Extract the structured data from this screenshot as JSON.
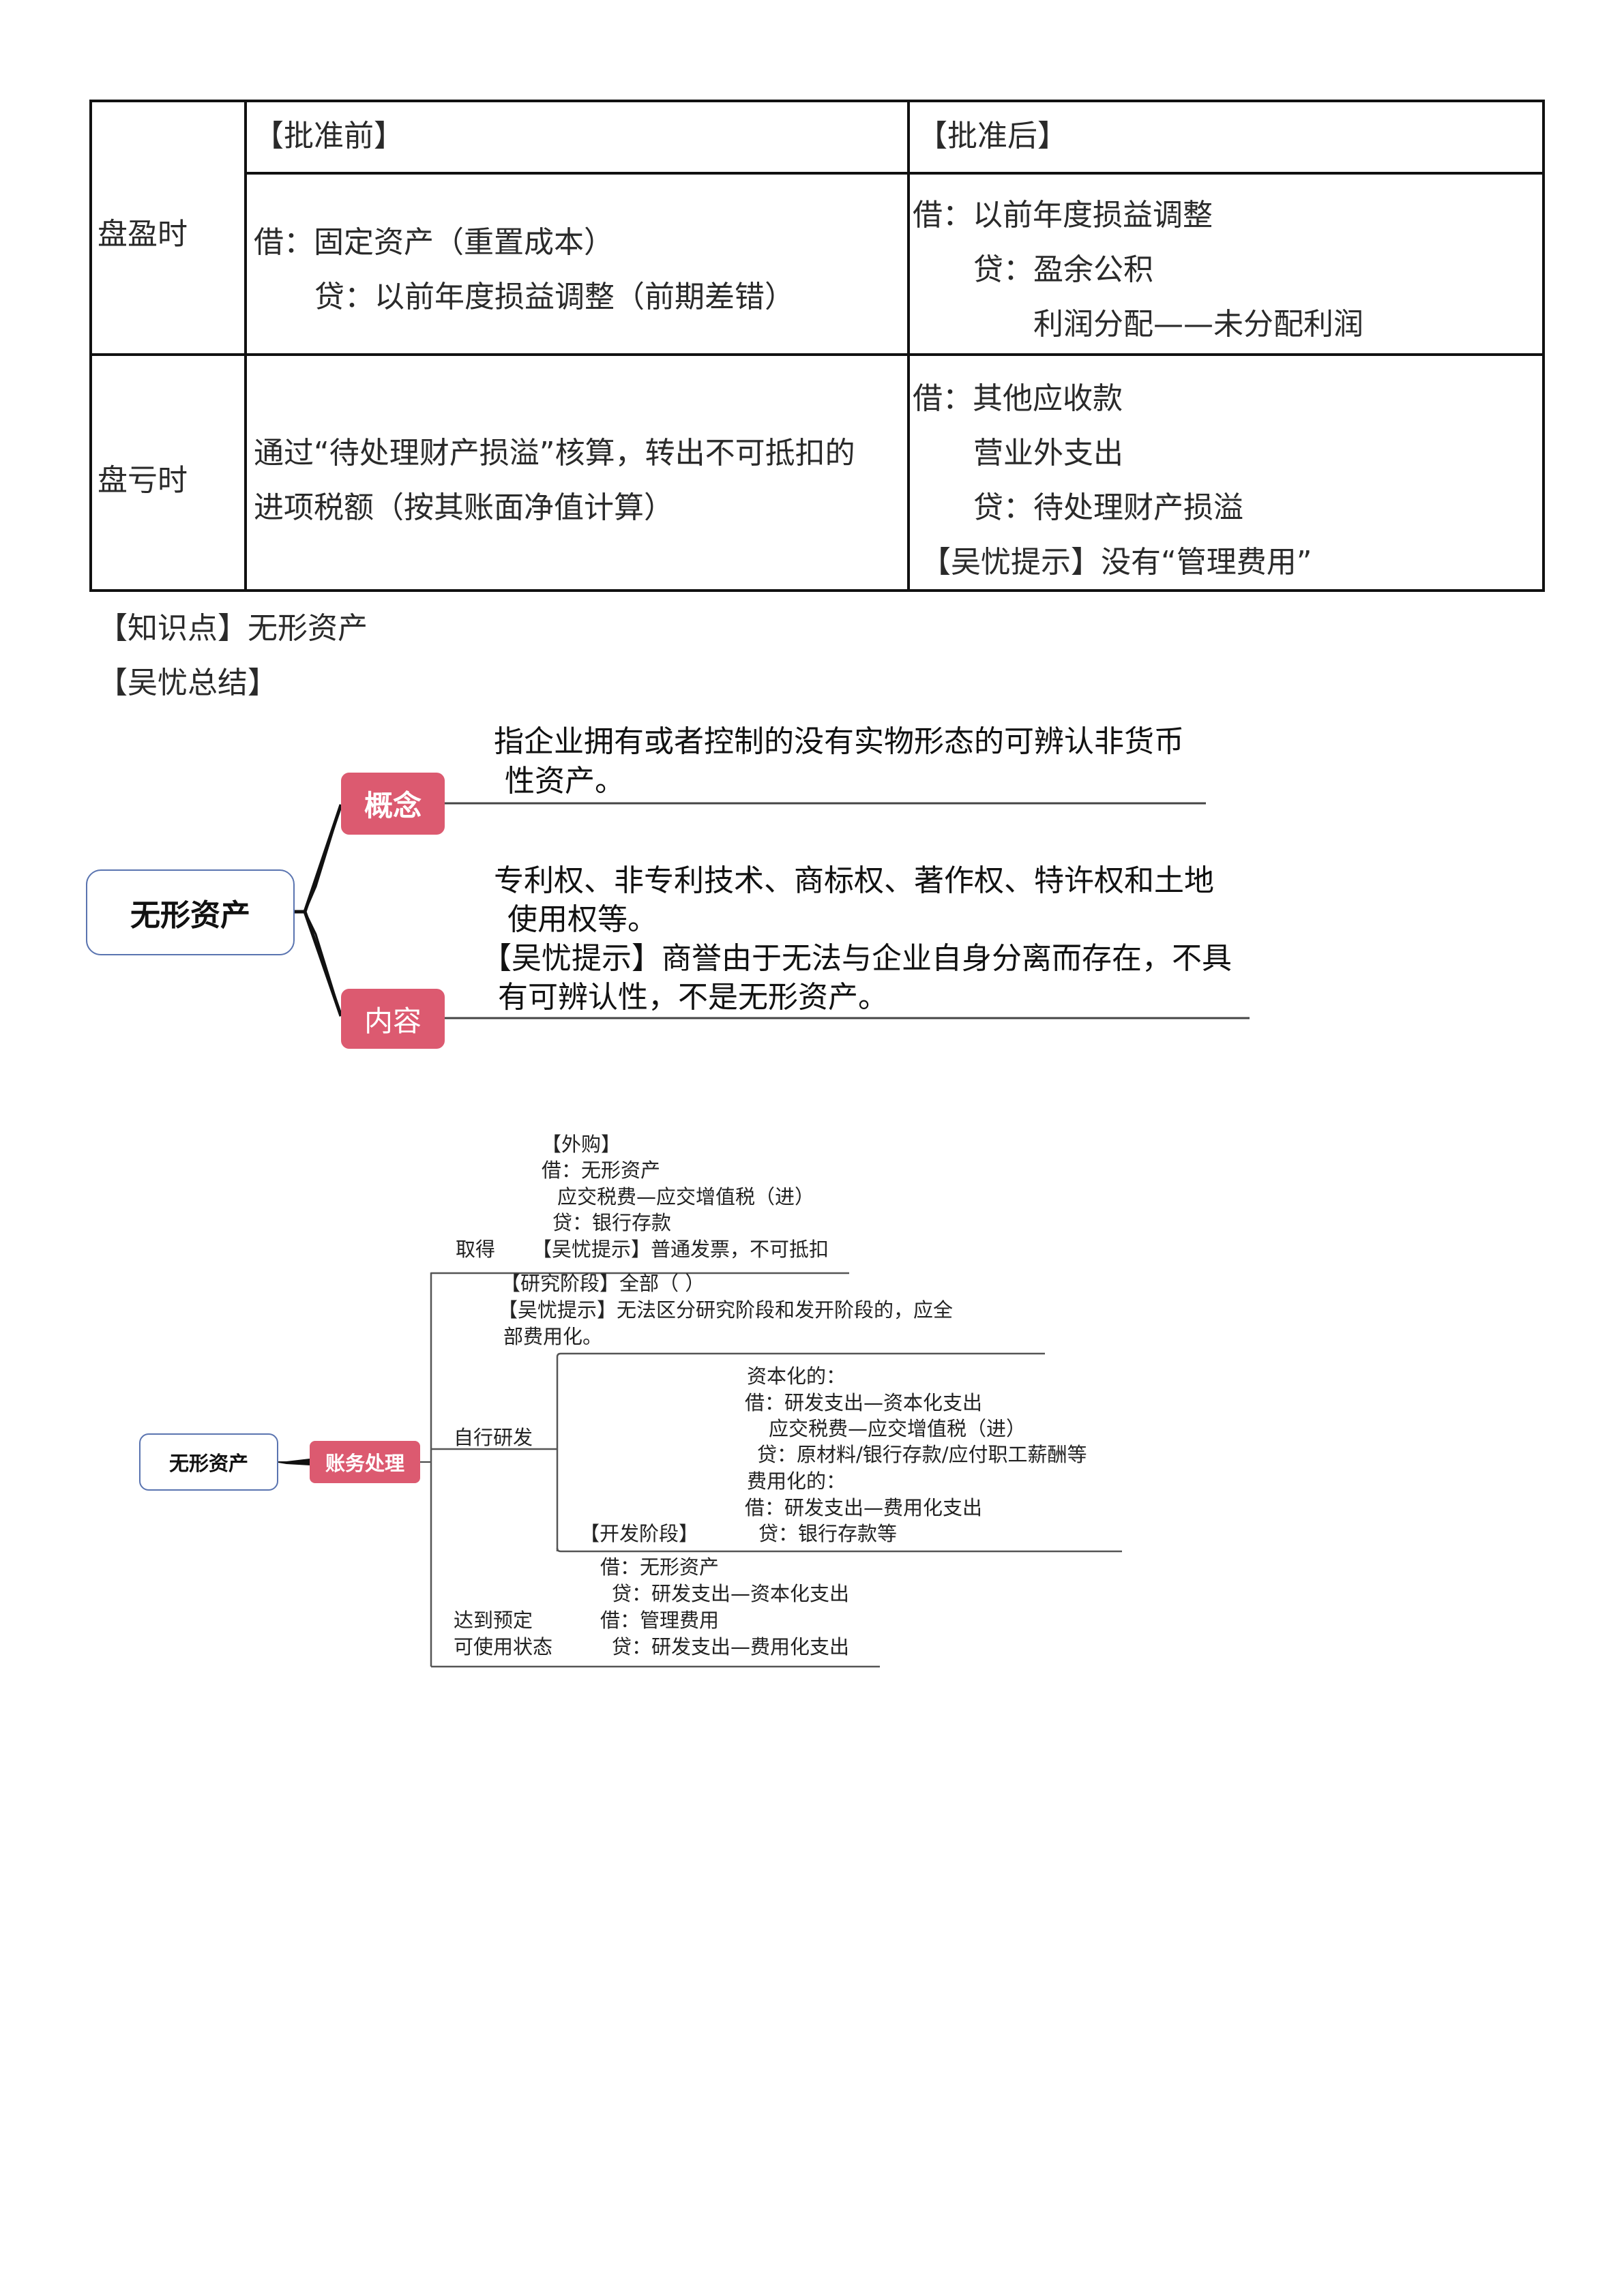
{
  "table": {
    "header": {
      "before": "【批准前】",
      "after": "【批准后】"
    },
    "rows": [
      {
        "label": "盘盈时",
        "before": [
          "借：固定资产（重置成本）",
          "贷：以前年度损益调整（前期差错）"
        ],
        "after": [
          "借：以前年度损益调整",
          "贷：盈余公积",
          "利润分配——未分配利润"
        ]
      },
      {
        "label": "盘亏时",
        "before": [
          "通过“待处理财产损溢”核算，转出不可抵扣的",
          "进项税额（按其账面净值计算）"
        ],
        "after": [
          "借：其他应收款",
          "营业外支出",
          "贷：待处理财产损溢",
          "【吴忧提示】没有“管理费用”"
        ]
      }
    ]
  },
  "headings": {
    "knowledge_point": "【知识点】无形资产",
    "summary": "【吴忧总结】"
  },
  "mindmap1": {
    "root": "无形资产",
    "branches": [
      {
        "label": "概念",
        "text": [
          "指企业拥有或者控制的没有实物形态的可辨认非货币",
          "性资产。"
        ]
      },
      {
        "label": "内容",
        "text": [
          "专利权、非专利技术、商标权、著作权、特许权和土地",
          "使用权等。",
          "【吴忧提示】商誉由于无法与企业自身分离而存在，不具",
          "有可辨认性，不是无形资产。"
        ]
      }
    ]
  },
  "mindmap2": {
    "root": "无形资产",
    "node": "账务处理",
    "acquire": {
      "label": "取得",
      "lines": [
        "【外购】",
        "借：无形资产",
        "应交税费—应交增值税（进）",
        "贷：银行存款",
        "【吴忧提示】普通发票，不可抵扣"
      ]
    },
    "self_rd": {
      "label": "自行研发",
      "research": [
        "【研究阶段】全部（          ）",
        "【吴忧提示】无法区分研究阶段和发开阶段的，应全",
        "部费用化。"
      ],
      "development_label": "【开发阶段】",
      "development": [
        "资本化的：",
        "借：研发支出—资本化支出",
        "应交税费—应交增值税（进）",
        "贷：原材料/银行存款/应付职工薪酬等",
        "费用化的：",
        "借：研发支出—费用化支出",
        "贷：银行存款等"
      ]
    },
    "ready": {
      "label_lines": [
        "达到预定",
        "可使用状态"
      ],
      "lines": [
        "借：无形资产",
        "贷：研发支出—资本化支出",
        "借：管理费用",
        "贷：研发支出—费用化支出"
      ]
    }
  },
  "colors": {
    "accent_pink": "#dc5a70",
    "root_border": "#5a74b0"
  }
}
